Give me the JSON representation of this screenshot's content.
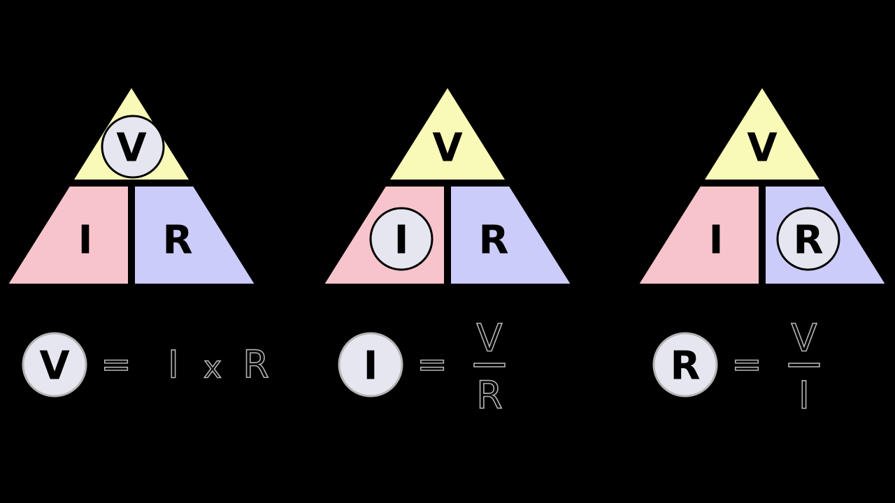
{
  "colors": {
    "background": "#000000",
    "voltage": "#fafab8",
    "current": "#f8c4cc",
    "resistance": "#ccccfa",
    "highlight": "#e6e6f0",
    "stroke": "#000000",
    "formula_text": "#000000",
    "formula_outline": "#b4b4b4"
  },
  "symbols": {
    "voltage": "V",
    "current": "I",
    "resistance": "R"
  },
  "panels": [
    {
      "highlight": "voltage",
      "formula": {
        "subject": "V",
        "equals": "=",
        "form": "product",
        "left": "I",
        "operator": "x",
        "right": "R"
      }
    },
    {
      "highlight": "current",
      "formula": {
        "subject": "I",
        "equals": "=",
        "form": "fraction",
        "numerator": "V",
        "denominator": "R"
      }
    },
    {
      "highlight": "resistance",
      "formula": {
        "subject": "R",
        "equals": "=",
        "form": "fraction",
        "numerator": "V",
        "denominator": "I"
      }
    }
  ]
}
